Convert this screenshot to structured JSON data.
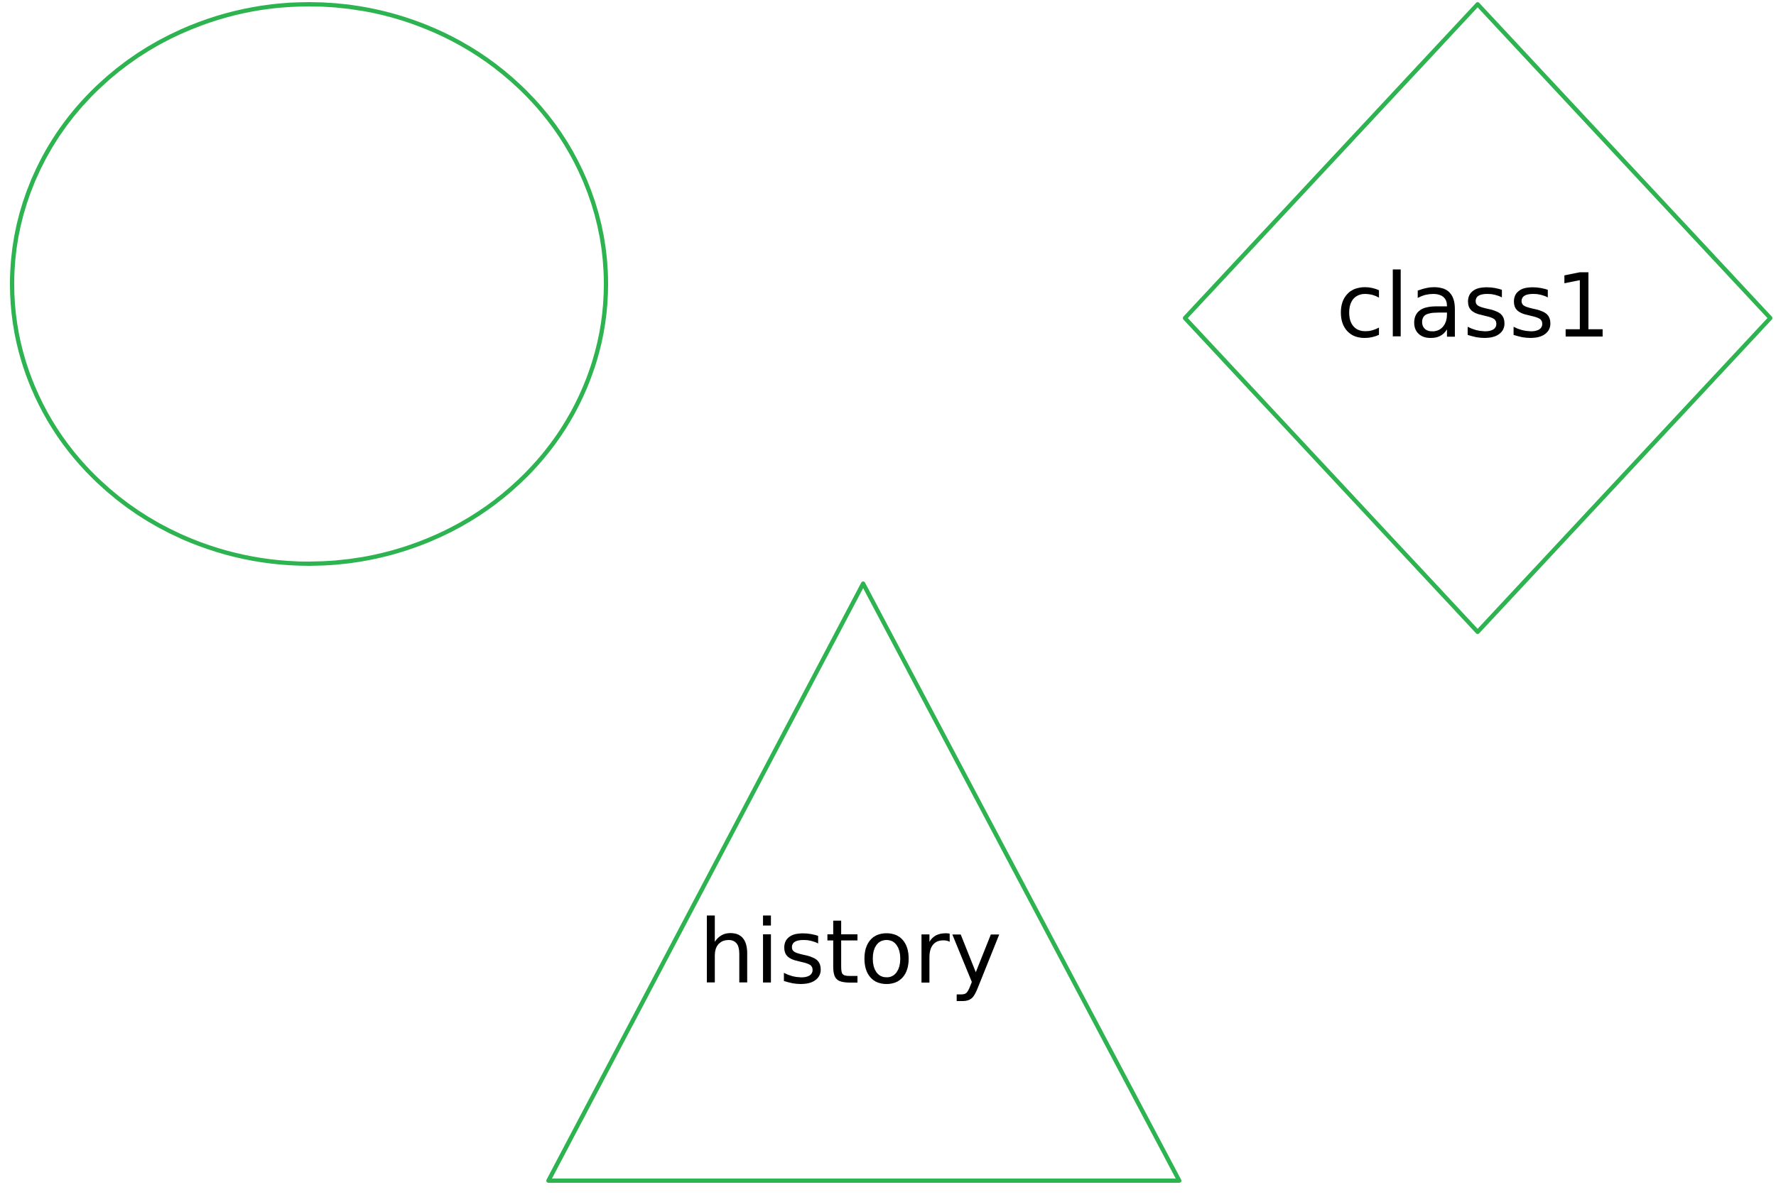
{
  "diagram": {
    "stroke_color": "#2db34f",
    "text_color": "#000000",
    "background": "#ffffff",
    "shapes": [
      {
        "kind": "ellipse",
        "label": ""
      },
      {
        "kind": "diamond",
        "label": "class1"
      },
      {
        "kind": "triangle",
        "label": "history"
      }
    ]
  }
}
